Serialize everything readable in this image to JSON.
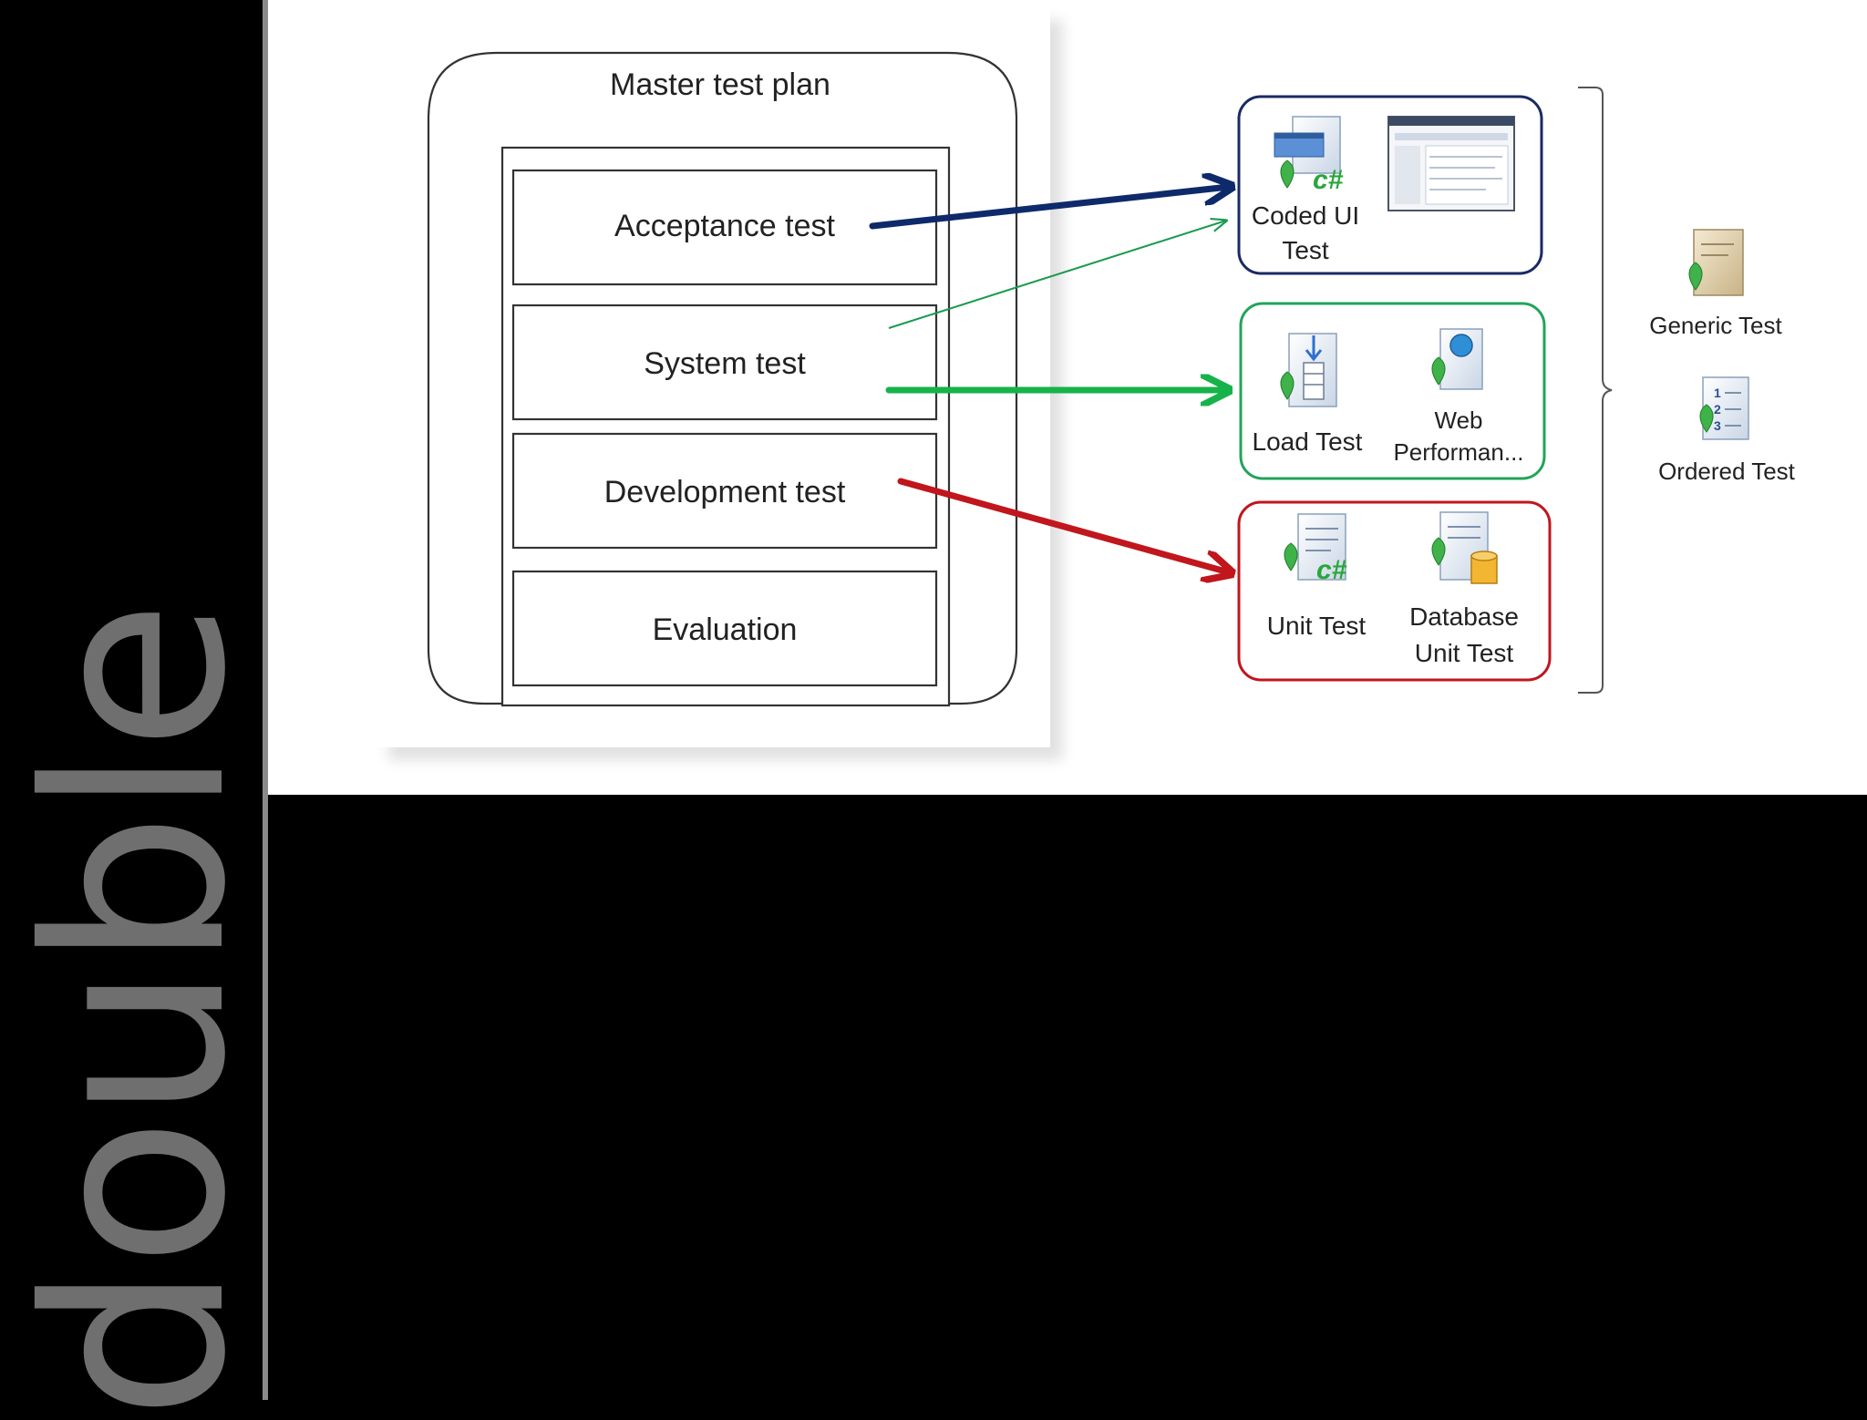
{
  "side_title": "double",
  "plan": {
    "title": "Master test plan",
    "levels": [
      "Acceptance test",
      "System test",
      "Development test",
      "Evaluation"
    ]
  },
  "groups": {
    "ui": {
      "items": [
        {
          "line1": "Coded UI",
          "line2": "Test"
        }
      ],
      "color": "#1a2a63"
    },
    "system": {
      "items": [
        {
          "line1": "Load Test",
          "line2": ""
        },
        {
          "line1": "Web",
          "line2": "Performan..."
        }
      ],
      "color": "#22a45a"
    },
    "unit": {
      "items": [
        {
          "line1": "Unit Test",
          "line2": ""
        },
        {
          "line1": "Database",
          "line2": "Unit Test"
        }
      ],
      "color": "#c0161c"
    }
  },
  "extras": [
    {
      "label": "Generic Test",
      "icon": "generic-test-icon"
    },
    {
      "label": "Ordered Test",
      "icon": "ordered-test-icon"
    }
  ],
  "arrow_colors": {
    "acceptance": "#0e2a6b",
    "system_thin": "#1a9a50",
    "system": "#16b34a",
    "development": "#c0161c"
  }
}
